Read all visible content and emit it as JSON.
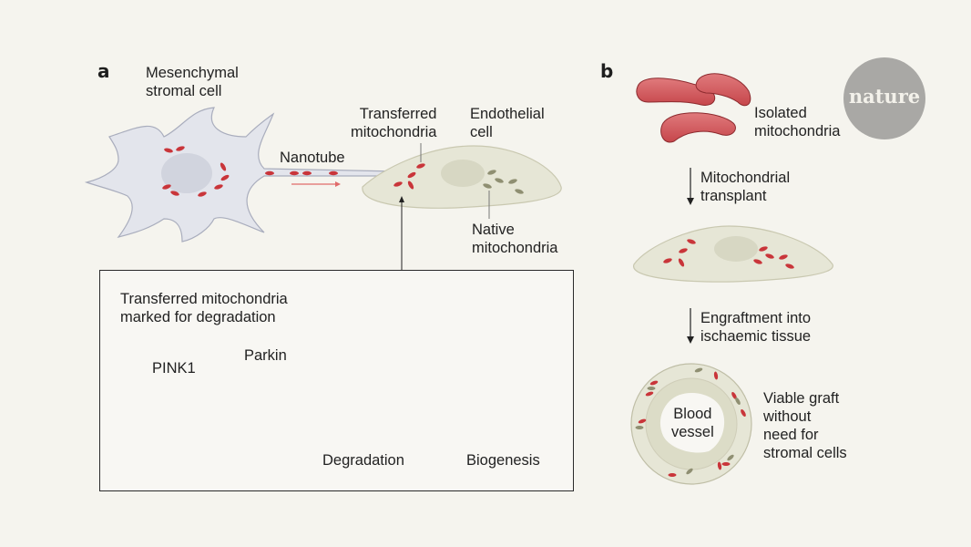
{
  "panels": {
    "a": "a",
    "b": "b"
  },
  "logo": {
    "text": "nature"
  },
  "panel_a": {
    "msc_label": "Mesenchymal\nstromal cell",
    "nanotube_label": "Nanotube",
    "transferred_label": "Transferred\nmitochondria",
    "endothelial_label": "Endothelial\ncell",
    "native_label": "Native\nmitochondria",
    "inset": {
      "title": "Transferred mitochondria\nmarked for degradation",
      "pink1": "PINK1",
      "parkin": "Parkin",
      "degradation": "Degradation",
      "biogenesis": "Biogenesis"
    }
  },
  "panel_b": {
    "isolated_label": "Isolated\nmitochondria",
    "step1": "Mitochondrial\ntransplant",
    "step2": "Engraftment into\nischaemic tissue",
    "vessel_label": "Blood\nvessel",
    "outcome": "Viable graft\nwithout\nneed for\nstromal cells"
  },
  "colors": {
    "mito_red": "#c9353a",
    "native_mito": "#8f8f72",
    "parkin_blue": "#3a86c8",
    "pink1_yellow": "#f0c53c",
    "background": "#f5f4ee"
  }
}
